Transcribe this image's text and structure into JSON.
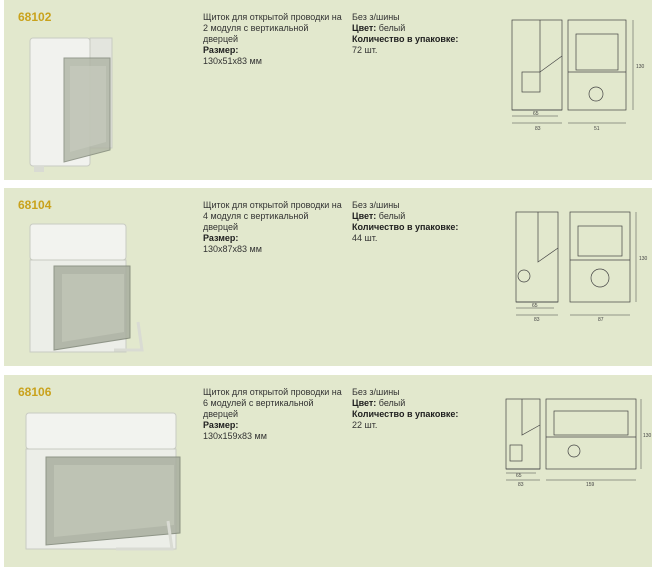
{
  "products": [
    {
      "code": "68102",
      "description": "Щиток для открытой проводки на 2 модуля с вертикальной дверцей",
      "size_label": "Размер:",
      "size_value": "130x51x83 мм",
      "busbar": "Без з/шины",
      "color_label": "Цвет:",
      "color_value": "белый",
      "qty_label": "Количество в упаковке:",
      "qty_value": "72 шт.",
      "dims": {
        "height": "130",
        "depth_inner": "65",
        "depth_outer": "83",
        "width": "51"
      }
    },
    {
      "code": "68104",
      "description": "Щиток для открытой проводки на 4 модуля с вертикальной дверцей",
      "size_label": "Размер:",
      "size_value": "130x87x83 мм",
      "busbar": "Без з/шины",
      "color_label": "Цвет:",
      "color_value": "белый",
      "qty_label": "Количество в упаковке:",
      "qty_value": "44 шт.",
      "dims": {
        "height": "130",
        "depth_inner": "65",
        "depth_outer": "83",
        "width": "87"
      }
    },
    {
      "code": "68106",
      "description": "Щиток для открытой проводки на 6 модулей с вертикальной дверцей",
      "size_label": "Размер:",
      "size_value": "130x159x83 мм",
      "busbar": "Без з/шины",
      "color_label": "Цвет:",
      "color_value": "белый",
      "qty_label": "Количество в упаковке:",
      "qty_value": "22 шт.",
      "dims": {
        "height": "130",
        "depth_inner": "65",
        "depth_outer": "83",
        "width": "159"
      }
    }
  ],
  "colors": {
    "card_bg": "#e2e8cd",
    "code_text": "#c9a21c",
    "body_text": "#333333"
  }
}
